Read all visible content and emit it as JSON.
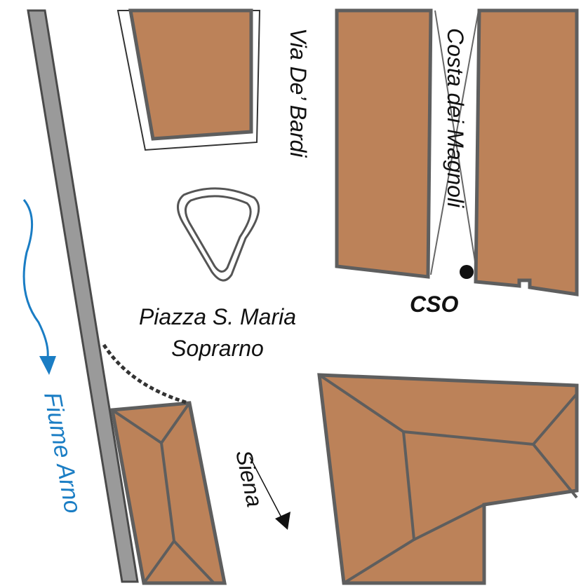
{
  "labels": {
    "street_bardi": "Via De’ Bardi",
    "street_magnoli": "Costa dei Magnoli",
    "piazza_line1": "Piazza S. Maria",
    "piazza_line2": "Soprarno",
    "river": "Fiume Arno",
    "direction": "Siena",
    "marker": "CSO"
  },
  "colors": {
    "building": "#bc8259",
    "outline": "#5e5e5e",
    "river": "#1a7dc4",
    "marker": "#111111"
  }
}
